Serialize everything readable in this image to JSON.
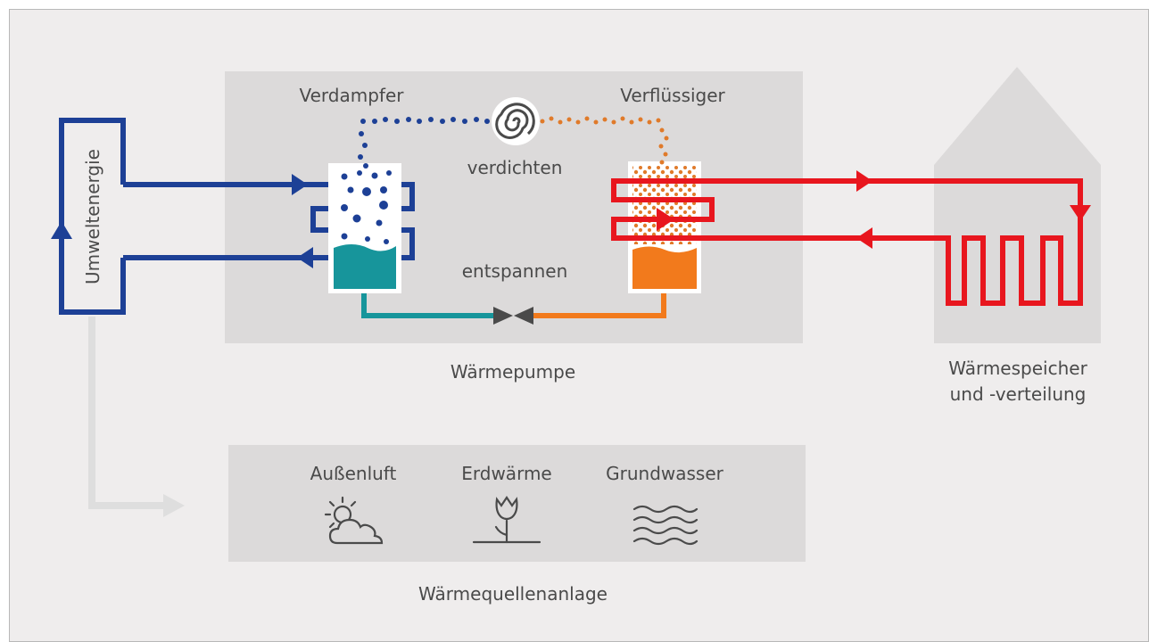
{
  "diagram": {
    "evaporator_label": "Verdampfer",
    "condenser_label": "Verflüssiger",
    "compress_label": "verdichten",
    "expand_label": "entspannen",
    "heat_pump_label": "Wärmepumpe",
    "environment_label": "Umweltenergie",
    "storage_label_line1": "Wärmespeicher",
    "storage_label_line2": "und -verteilung",
    "source_plant_label": "Wärmequellenanlage",
    "sources": [
      {
        "label": "Außenluft",
        "icon": "sun-cloud-icon"
      },
      {
        "label": "Erdwärme",
        "icon": "tulip-icon"
      },
      {
        "label": "Grundwasser",
        "icon": "waves-icon"
      }
    ]
  },
  "colors": {
    "background": "#efeded",
    "panel": "#dcdada",
    "house": "#dcdada",
    "cold_circuit": "#1d4096",
    "hot_circuit": "#e8161e",
    "refrigerant_cold": "#17959b",
    "refrigerant_hot": "#f27a1c",
    "gray_arrow": "#dedede",
    "text": "#4a4a4a"
  }
}
